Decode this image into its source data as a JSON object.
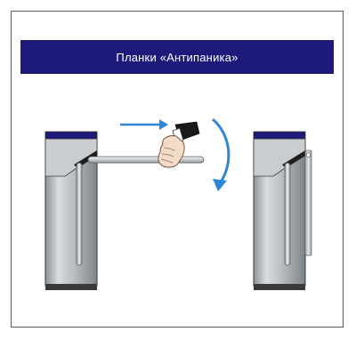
{
  "banner": {
    "title": "Планки «Антипаника»",
    "background_color": "#1d1a7a",
    "text_color": "#ffffff"
  },
  "illustration": {
    "accent_arrow_color": "#2f86d6",
    "cabinet_top_color": "#1d1a7a",
    "cabinet_base_color": "#3a3a3a",
    "icons": [
      "turnstile-left-cabinet",
      "turnstile-right-cabinet",
      "push-arrow-icon",
      "rotate-down-arrow-icon",
      "hand-icon",
      "barrier-bar"
    ]
  }
}
